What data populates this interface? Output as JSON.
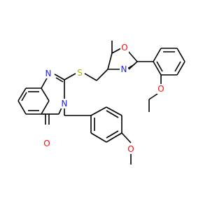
{
  "colors": {
    "bond": "#000000",
    "N": "#2020ff",
    "O": "#ff0d0d",
    "S": "#b2b200",
    "background": "#ffffff"
  },
  "atoms": {
    "n_quin_top": "N",
    "n_quin_bottom": "N",
    "s_thioether": "S",
    "n_oxazole": "N",
    "o_oxazole": "O",
    "o_carbonyl": "O",
    "o_methoxy": "O",
    "o_ethoxy": "O"
  }
}
